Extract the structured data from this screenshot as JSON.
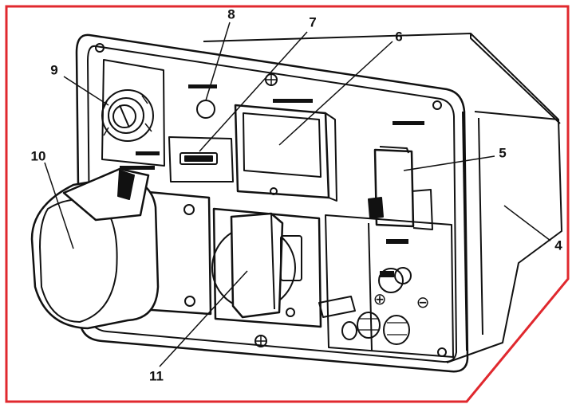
{
  "figure": {
    "frame_color": "#e0282e",
    "line_color": "#111111",
    "callouts": [
      {
        "id": "4",
        "label": "4"
      },
      {
        "id": "5",
        "label": "5"
      },
      {
        "id": "6",
        "label": "6"
      },
      {
        "id": "7",
        "label": "7"
      },
      {
        "id": "8",
        "label": "8"
      },
      {
        "id": "9",
        "label": "9"
      },
      {
        "id": "10",
        "label": "10"
      },
      {
        "id": "11",
        "label": "11"
      }
    ],
    "plus_symbol": "⊕",
    "minus_symbol": "⊖"
  }
}
